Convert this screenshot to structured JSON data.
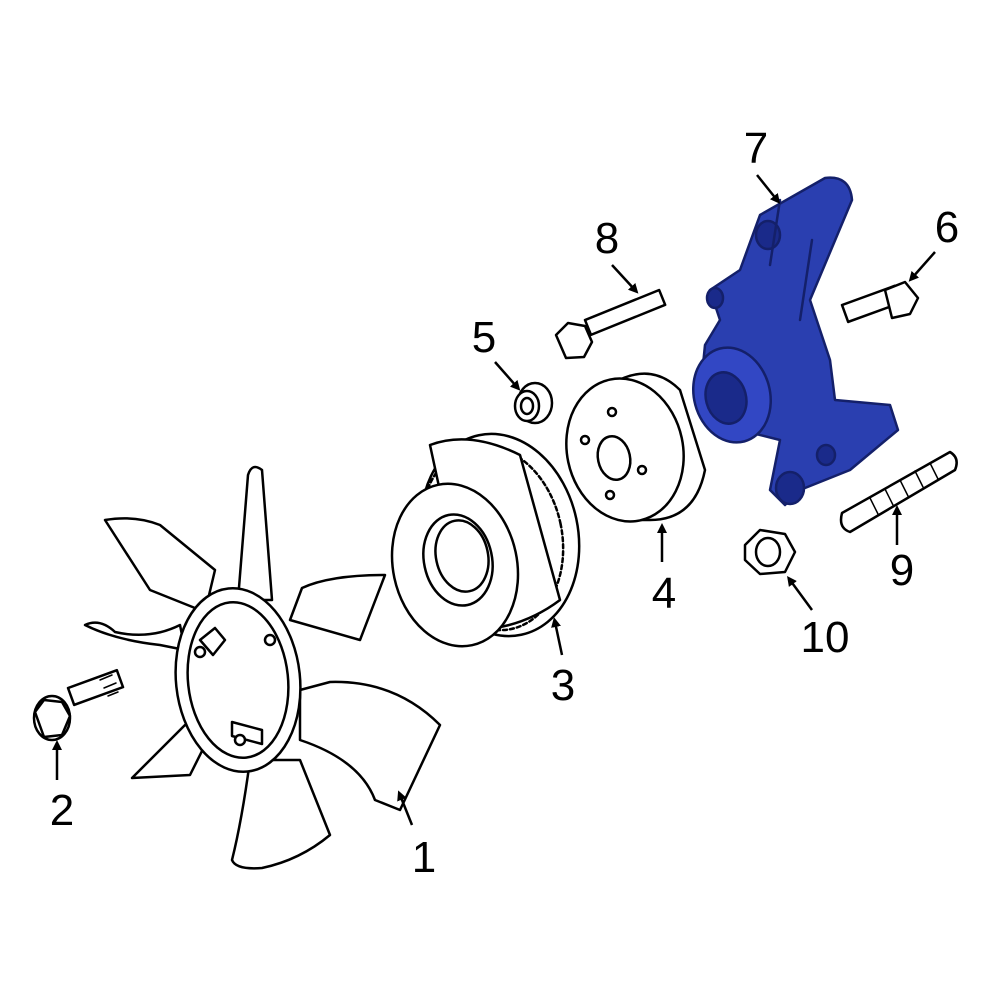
{
  "colors": {
    "line": "#000000",
    "fill": "#ffffff",
    "highlight": "#2a3fb0",
    "highlight_dark": "#14206a"
  },
  "callouts": [
    {
      "id": "1",
      "text": "1"
    },
    {
      "id": "2",
      "text": "2"
    },
    {
      "id": "3",
      "text": "3"
    },
    {
      "id": "4",
      "text": "4"
    },
    {
      "id": "5",
      "text": "5"
    },
    {
      "id": "6",
      "text": "6"
    },
    {
      "id": "7",
      "text": "7"
    },
    {
      "id": "8",
      "text": "8"
    },
    {
      "id": "9",
      "text": "9"
    },
    {
      "id": "10",
      "text": "10"
    }
  ]
}
